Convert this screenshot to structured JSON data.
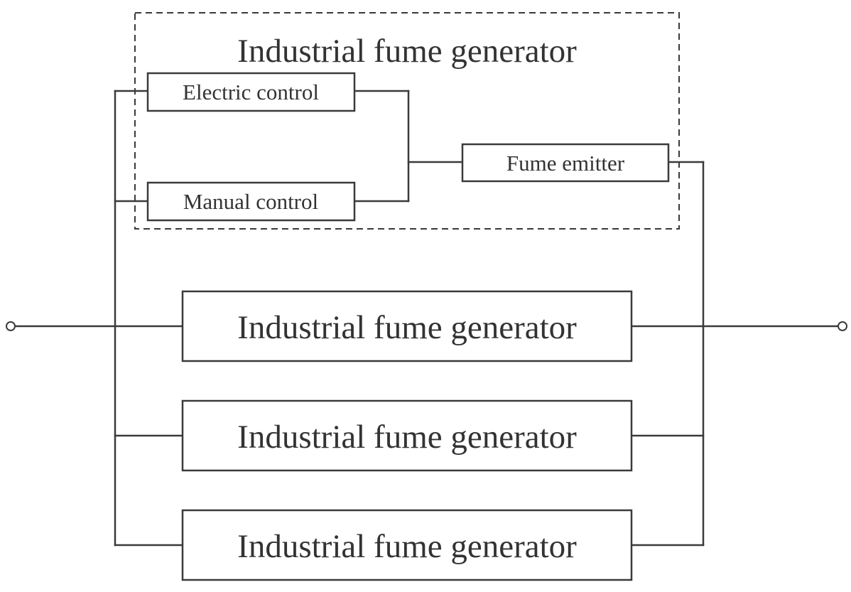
{
  "diagram": {
    "group": {
      "title": "Industrial fume generator",
      "components": {
        "electric_control": "Electric control",
        "manual_control": "Manual control",
        "fume_emitter": "Fume emitter"
      }
    },
    "parallel_blocks": [
      "Industrial fume generator",
      "Industrial fume generator",
      "Industrial fume generator"
    ]
  }
}
